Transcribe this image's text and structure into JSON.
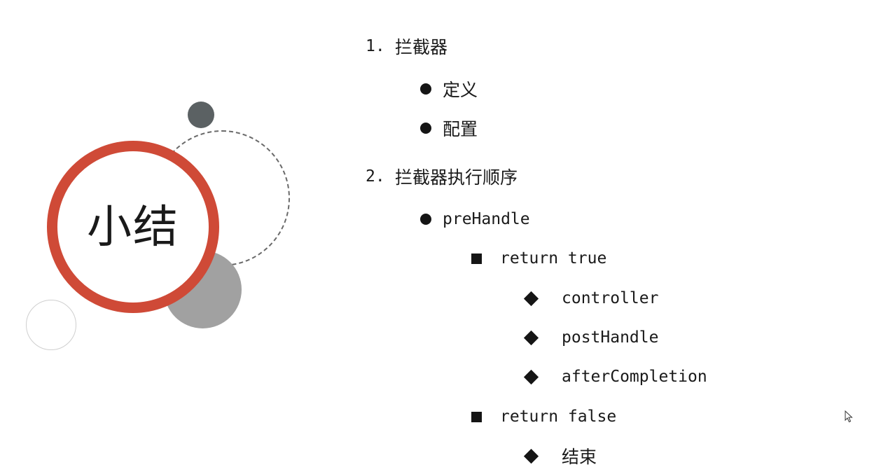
{
  "slide": {
    "title": "小结"
  },
  "outline": {
    "item1": {
      "number": "1.",
      "label": "拦截器",
      "children": [
        {
          "label": "定义"
        },
        {
          "label": "配置"
        }
      ]
    },
    "item2": {
      "number": "2.",
      "label": "拦截器执行顺序",
      "prehandle": {
        "label": "preHandle",
        "return_true": {
          "label": "return true",
          "children": [
            {
              "label": "controller"
            },
            {
              "label": "postHandle"
            },
            {
              "label": "afterCompletion"
            }
          ]
        },
        "return_false": {
          "label": "return false",
          "children": [
            {
              "label": "结束"
            }
          ]
        }
      }
    }
  },
  "colors": {
    "accent_ring": "#cf4a37",
    "dark_dot": "#5b6163",
    "gray_disc": "#a1a1a1",
    "bullet": "#151515"
  },
  "icons": {
    "cursor": "mouse-pointer-icon"
  }
}
